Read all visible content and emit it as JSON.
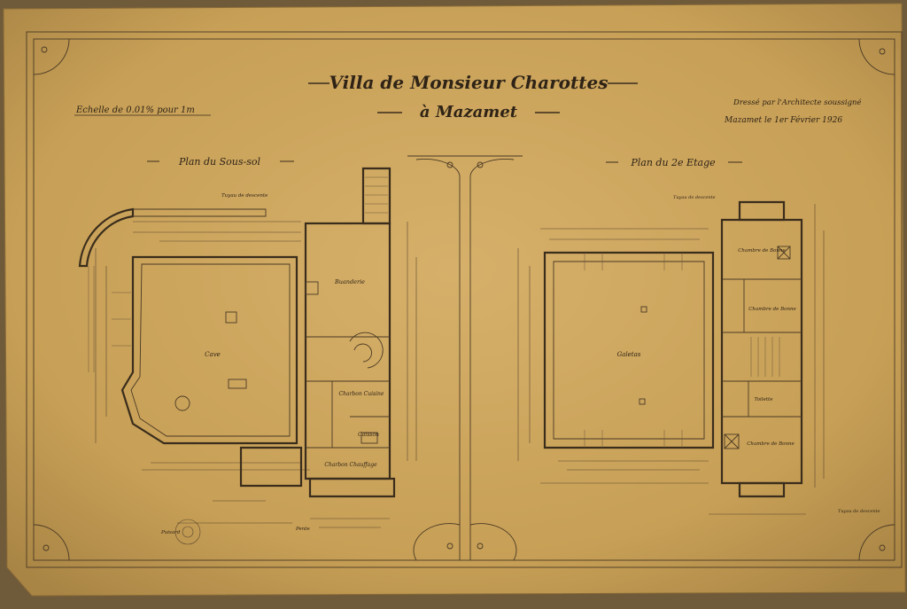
{
  "sheet": {
    "title_line1": "Villa de Monsieur Charottes",
    "title_line2": "à Mazamet",
    "scale": "Echelle de 0.01% pour 1m",
    "author_line1": "Dressé par l'Architecte soussigné",
    "author_line2": "Mazamet le 1er Février 1926"
  },
  "plan_left": {
    "heading": "Plan du Sous-sol",
    "rooms": {
      "cave": "Cave",
      "buanderie": "Buanderie",
      "charbon_cuisine": "Charbon Cuisine",
      "caisson": "Caisson",
      "charbon_chauffage": "Charbon Chauffage"
    },
    "labels": {
      "gaine_top": "Tuyau de descente",
      "puits": "Puisard",
      "pente": "Pente"
    }
  },
  "plan_right": {
    "heading": "Plan du 2e Etage",
    "rooms": {
      "galetas": "Galetas",
      "chambre_bonne_top": "Chambre de Bonne",
      "chambre_bonne_mid": "Chambre de Bonne",
      "chambre_bonne_bottom": "Chambre de Bonne",
      "toilette": "Toilette"
    },
    "labels": {
      "tuyau_top": "Tuyau de descente",
      "tuyau_bottom": "Tuyau de descente"
    }
  },
  "colors": {
    "paper": "#c9a25a",
    "ink": "#3a2d1c",
    "background": "#6f5a3a"
  }
}
